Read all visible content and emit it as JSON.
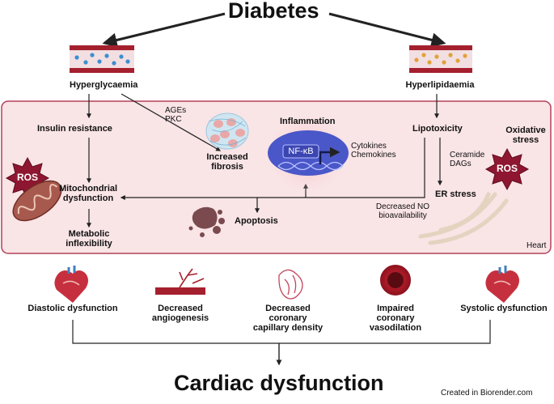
{
  "title": "Diabetes",
  "conclusion": "Cardiac dysfunction",
  "credit": "Created in Biorender.com",
  "heart_region_label": "Heart",
  "causes": {
    "hyperglycaemia": "Hyperglycaemia",
    "hyperlipidaemia": "Hyperlipidaemia"
  },
  "nodes": {
    "insulin_resistance": "Insulin resistance",
    "ages_pkc": "AGEs\nPKC",
    "increased_fibrosis": "Increased\nfibrosis",
    "inflammation": "Inflammation",
    "nfkb": "NF-κB",
    "cytokines": "Cytokines\nChemokines",
    "lipotoxicity": "Lipotoxicity",
    "oxidative_stress": "Oxidative\nstress",
    "ros": "ROS",
    "mitochondrial_dysfunction": "Mitochondrial\ndysfunction",
    "ceramide_dags": "Ceramide\nDAGs",
    "er_stress": "ER stress",
    "decreased_no": "Decreased NO\nbioavailability",
    "apoptosis": "Apoptosis",
    "metabolic_inflexibility": "Metabolic\ninflexibility"
  },
  "outcomes": [
    {
      "label": "Diastolic dysfunction",
      "icon": "heart-icon"
    },
    {
      "label": "Decreased\nangiogenesis",
      "icon": "vessel-branch-icon"
    },
    {
      "label": "Decreased\ncoronary\ncapillary density",
      "icon": "coronary-capillary-icon"
    },
    {
      "label": "Impaired\ncoronary\nvasodilation",
      "icon": "vessel-cross-section-icon"
    },
    {
      "label": "Systolic dysfunction",
      "icon": "heart-icon"
    }
  ],
  "colors": {
    "heart_region_fill": "#f9e4e6",
    "heart_region_border": "#b4405a",
    "vessel_red": "#b8283c",
    "glucose_dot": "#3b8fd0",
    "lipid_dot": "#e1a23a",
    "ros_burst": "#8e1630",
    "nfkb_blob": "#4a57c8"
  }
}
